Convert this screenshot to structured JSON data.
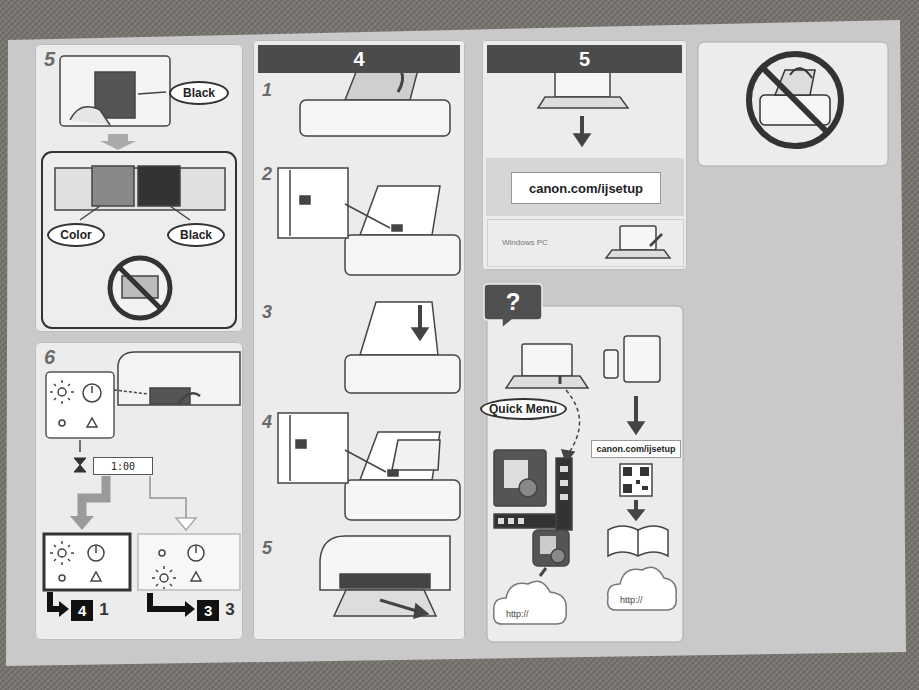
{
  "diagram": {
    "nodes": [
      {
        "text": [
          "5"
        ]
      },
      {
        "text": [
          "Black"
        ],
        "in": 0
      },
      {
        "text": [
          "Color"
        ],
        "in": 0
      },
      {
        "text": [
          "Black"
        ],
        "in": 0
      },
      {
        "text": [
          "6"
        ]
      },
      {
        "text": [
          "1:00"
        ],
        "in": 4
      },
      {
        "text": [
          "4",
          "1"
        ],
        "in": 4
      },
      {
        "text": [
          "3",
          "3"
        ],
        "in": 4
      },
      {
        "text": [
          "4"
        ]
      },
      {
        "text": [
          "5"
        ]
      },
      {
        "text": [
          "canon.com/ijsetup"
        ],
        "in": 9
      },
      {
        "text": [
          "Windows PC"
        ],
        "in": 9
      },
      {
        "text": [
          "?"
        ]
      },
      {
        "text": [
          "Quick Menu"
        ]
      },
      {
        "text": [
          "canon.com/ijsetup"
        ]
      },
      {
        "text": [
          "http://"
        ]
      },
      {
        "text": [
          "http://"
        ]
      }
    ],
    "labels": [
      "1",
      "2",
      "3",
      "4",
      "5"
    ]
  }
}
